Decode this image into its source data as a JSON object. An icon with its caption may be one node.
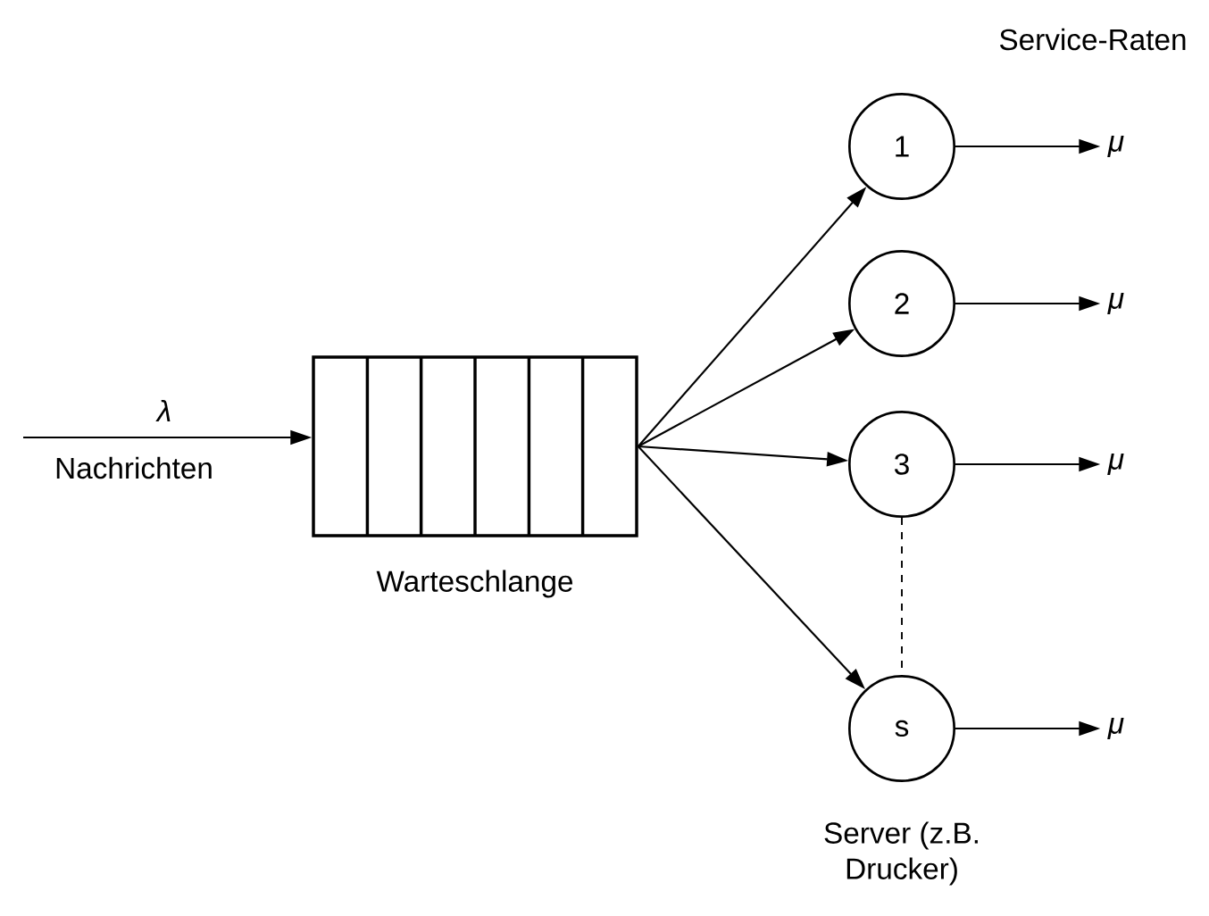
{
  "diagram": {
    "nodes": [
      {
        "text": [],
        "shape": "box",
        "beside": [
          "Warteschlange"
        ]
      },
      {
        "text": [
          "1"
        ]
      },
      {
        "text": [
          "2"
        ]
      },
      {
        "text": [
          "3"
        ]
      },
      {
        "text": [
          "s"
        ],
        "beside": [
          "Server (z.B. Drucker)"
        ]
      },
      {
        "text": [
          "μ"
        ]
      },
      {
        "text": [
          "μ"
        ]
      },
      {
        "text": [
          "μ"
        ]
      },
      {
        "text": [
          "μ"
        ]
      }
    ],
    "edges": [
      {
        "from": null,
        "to": 0,
        "arrow": "to",
        "label": "λ"
      },
      {
        "from": 0,
        "to": 1,
        "arrow": "to"
      },
      {
        "from": 0,
        "to": 2,
        "arrow": "to"
      },
      {
        "from": 0,
        "to": 3,
        "arrow": "to"
      },
      {
        "from": 0,
        "to": 4,
        "arrow": "to"
      },
      {
        "from": 3,
        "to": 4,
        "arrow": "none",
        "style": "dashed"
      },
      {
        "from": 1,
        "to": 5,
        "arrow": "to"
      },
      {
        "from": 2,
        "to": 6,
        "arrow": "to"
      },
      {
        "from": 3,
        "to": 7,
        "arrow": "to"
      },
      {
        "from": 4,
        "to": 8,
        "arrow": "to"
      }
    ],
    "labels": [
      "Service-Raten",
      "Nachrichten"
    ]
  }
}
